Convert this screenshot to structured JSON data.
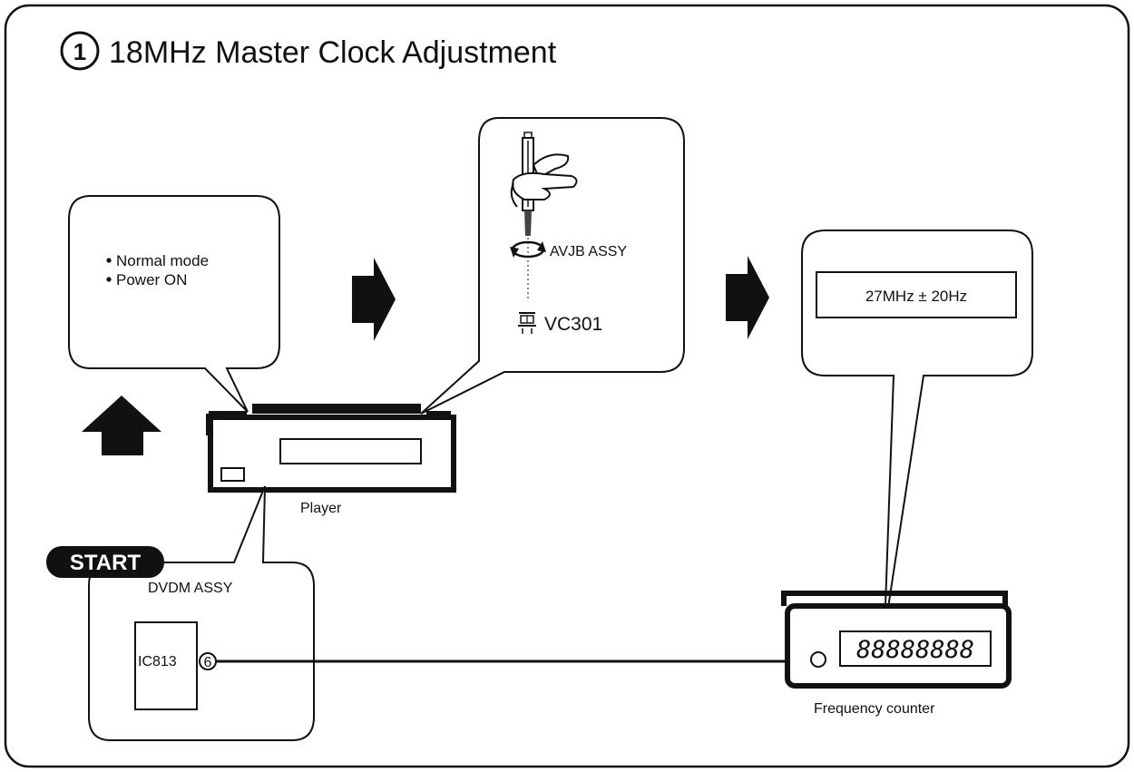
{
  "header": {
    "step_number": "1",
    "title": "18MHz Master Clock Adjustment"
  },
  "conditions": {
    "items": [
      "Normal mode",
      "Power ON"
    ]
  },
  "adjustment": {
    "assembly": "AVJB ASSY",
    "part": "VC301"
  },
  "target": {
    "value": "27MHz ± 20Hz"
  },
  "player": {
    "label": "Player"
  },
  "start": {
    "badge": "START",
    "assembly": "DVDM ASSY",
    "ic": "IC813",
    "pin": "6"
  },
  "counter": {
    "label": "Frequency counter",
    "display": "88888888"
  }
}
